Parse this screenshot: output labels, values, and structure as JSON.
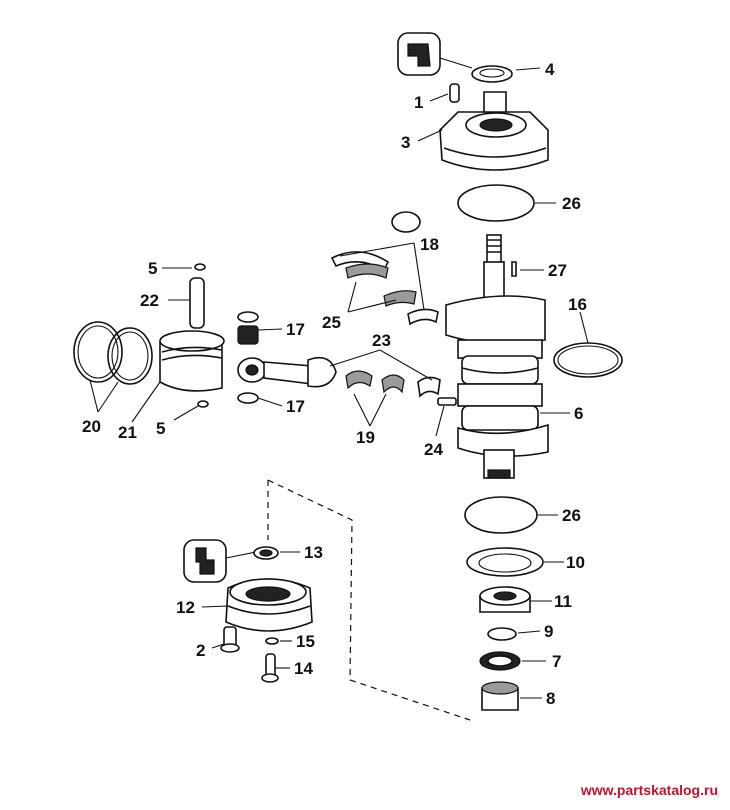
{
  "labels": {
    "l1": "1",
    "l2": "2",
    "l3": "3",
    "l4": "4",
    "l5a": "5",
    "l5b": "5",
    "l6": "6",
    "l7": "7",
    "l8": "8",
    "l9": "9",
    "l10": "10",
    "l11": "11",
    "l12": "12",
    "l13": "13",
    "l14": "14",
    "l15": "15",
    "l16": "16",
    "l17a": "17",
    "l17b": "17",
    "l18": "18",
    "l19": "19",
    "l20": "20",
    "l21": "21",
    "l22": "22",
    "l23": "23",
    "l24": "24",
    "l25": "25",
    "l26a": "26",
    "l26b": "26",
    "l27": "27"
  },
  "watermark": "www.partskatalog.ru"
}
